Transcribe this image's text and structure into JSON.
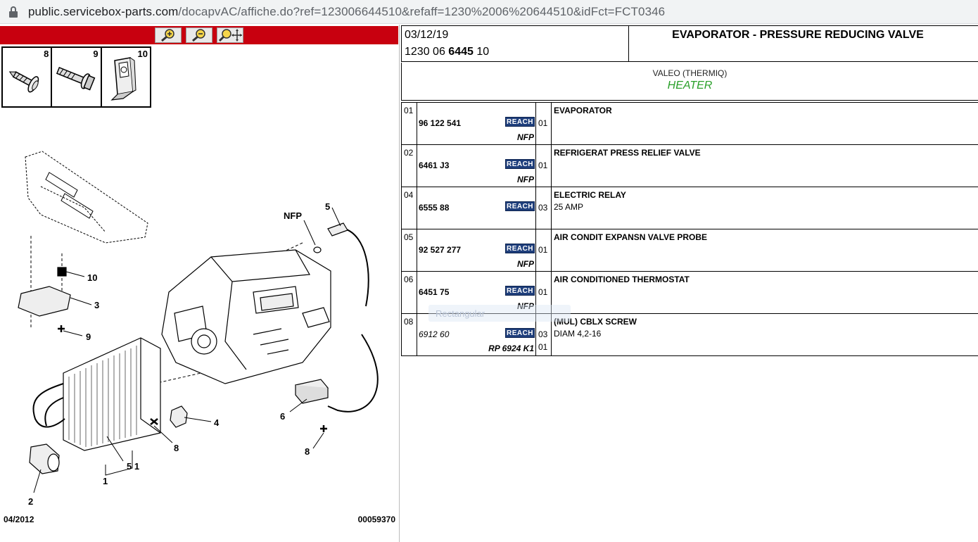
{
  "browser": {
    "url_host": "public.servicebox-parts.com",
    "url_path": "/docapvAC/affiche.do?ref=123006644510&refaff=1230%2006%20644510&idFct=FCT0346"
  },
  "toolbar": {
    "zoom_in_icon": "zoom-in-icon",
    "zoom_out_icon": "zoom-out-icon",
    "pan_icon": "zoom-pan-icon"
  },
  "thumbnails": [
    {
      "num": "8",
      "icon": "self-tapping-screw-icon"
    },
    {
      "num": "9",
      "icon": "bolt-icon"
    },
    {
      "num": "10",
      "icon": "clip-nut-icon"
    }
  ],
  "diagram": {
    "labels": {
      "nfp": "NFP",
      "l5": "5",
      "l10": "10",
      "l3": "3",
      "l9": "9",
      "l4": "4",
      "l8a": "8",
      "l6": "6",
      "l8b": "8",
      "l51": "5 1",
      "l1": "1",
      "l2": "2"
    },
    "date": "04/2012",
    "code": "00059370"
  },
  "header": {
    "date": "03/12/19",
    "ref_prefix": "1230 06",
    "ref_bold": "6445",
    "ref_suffix": "10",
    "title": "EVAPORATOR - PRESSURE REDUCING VALVE"
  },
  "supplier": {
    "name": "VALEO (THERMIQ)",
    "type": "HEATER",
    "type_color": "#2aa02a"
  },
  "reach_label": "REACH",
  "rows": [
    {
      "num": "01",
      "part": "96 122 541",
      "italic": false,
      "qty1": "01",
      "qty2": "",
      "note": "NFP",
      "desc1": "EVAPORATOR",
      "desc2": ""
    },
    {
      "num": "02",
      "part": "6461 J3",
      "italic": false,
      "qty1": "01",
      "qty2": "",
      "note": "NFP",
      "desc1": "REFRIGERAT PRESS RELIEF VALVE",
      "desc2": ""
    },
    {
      "num": "04",
      "part": "6555 88",
      "italic": false,
      "qty1": "03",
      "qty2": "",
      "note": "",
      "desc1": "ELECTRIC RELAY",
      "desc2": "25 AMP"
    },
    {
      "num": "05",
      "part": "92 527 277",
      "italic": false,
      "qty1": "01",
      "qty2": "",
      "note": "NFP",
      "desc1": "AIR CONDIT EXPANSN VALVE PROBE",
      "desc2": ""
    },
    {
      "num": "06",
      "part": "6451 75",
      "italic": false,
      "qty1": "01",
      "qty2": "",
      "note": "NFP",
      "desc1": "AIR CONDITIONED THERMOSTAT",
      "desc2": ""
    },
    {
      "num": "08",
      "part": "6912 60",
      "italic": true,
      "qty1": "03",
      "qty2": "01",
      "note": "RP 6924 K1",
      "desc1": "(MUL) CBLX SCREW",
      "desc2": "DIAM 4,2-16"
    }
  ],
  "ghost_tooltip": "Rectangular"
}
